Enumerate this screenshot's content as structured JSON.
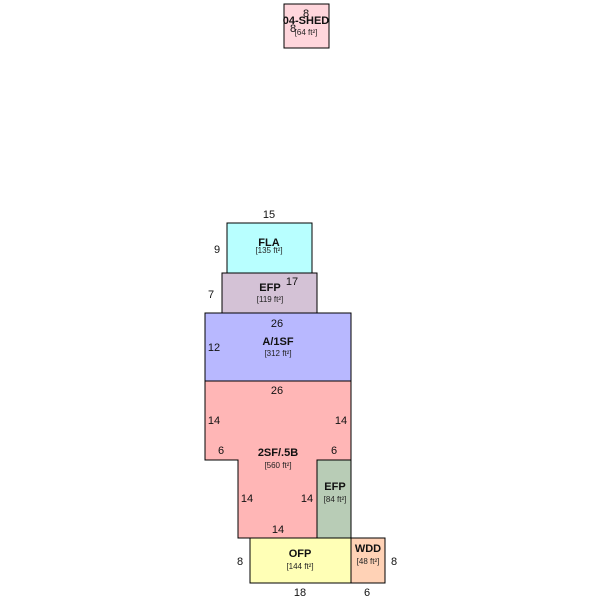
{
  "sketch": {
    "areas": [
      {
        "id": "shed",
        "name": "04-SHED",
        "area": "[64 ft²]",
        "color": "#ffd6dc"
      },
      {
        "id": "fla",
        "name": "FLA",
        "area": "[135 ft²]",
        "color": "#b8ffff"
      },
      {
        "id": "efp_top",
        "name": "EFP",
        "area": "[119 ft²]",
        "color": "#d4c2d6"
      },
      {
        "id": "a1sf",
        "name": "A/1SF",
        "area": "[312 ft²]",
        "color": "#b8b8ff"
      },
      {
        "id": "sf5b",
        "name": "2SF/.5B",
        "area": "[560 ft²]",
        "color": "#ffb6b6"
      },
      {
        "id": "efp_side",
        "name": "EFP",
        "area": "[84 ft²]",
        "color": "#b8ccb6"
      },
      {
        "id": "ofp",
        "name": "OFP",
        "area": "[144 ft²]",
        "color": "#ffffb6"
      },
      {
        "id": "wdd",
        "name": "WDD",
        "area": "[48 ft²]",
        "color": "#ffd2b6"
      }
    ],
    "dimensions": {
      "shed_top": "8",
      "shed_left": "8",
      "fla_top": "15",
      "fla_left": "9",
      "efp_top_right": "17",
      "efp_top_left": "7",
      "a1sf_top": "26",
      "a1sf_left": "12",
      "sf5b_top": "26",
      "sf5b_left": "14",
      "sf5b_right": "14",
      "sf5b_notch_left": "6",
      "sf5b_notch_right": "6",
      "sf5b_lower_left": "14",
      "sf5b_lower_right": "14",
      "sf5b_bottom": "14",
      "ofp_left": "8",
      "ofp_bottom": "18",
      "wdd_right": "8",
      "wdd_bottom": "6"
    }
  }
}
